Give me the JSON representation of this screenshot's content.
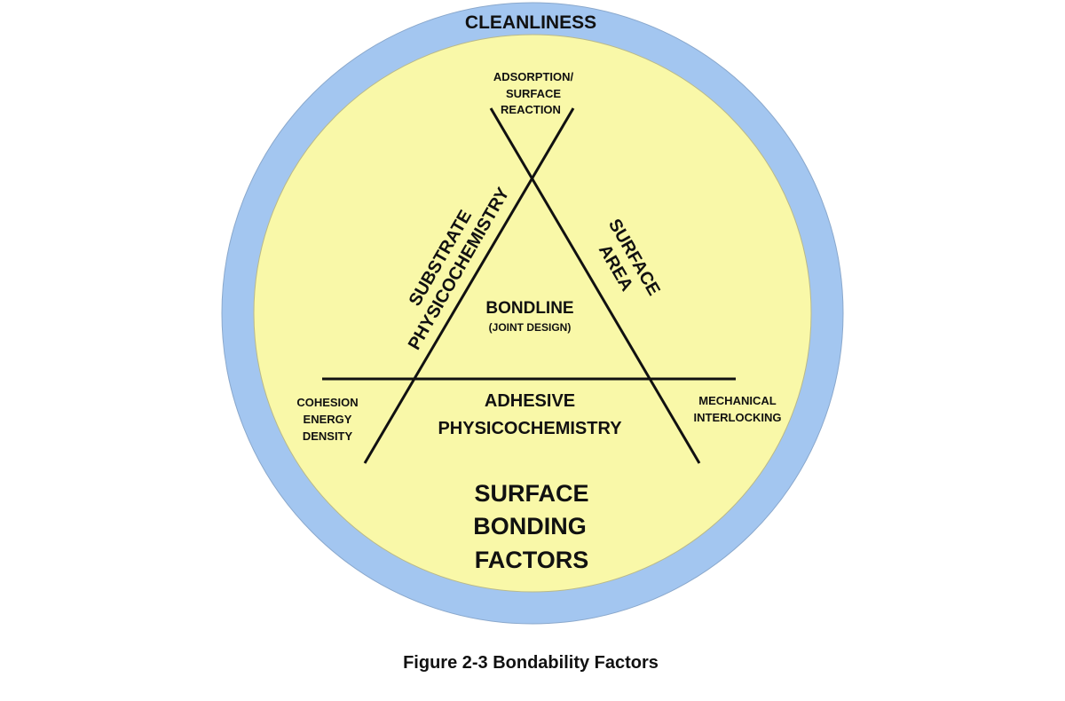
{
  "diagram": {
    "outer_ring_label": "CLEANLINESS",
    "top_label": [
      "ADSORPTION/",
      "SURFACE",
      "REACTION"
    ],
    "left_side_label": [
      "SUBSTRATE",
      "PHYSICOCHEMISTRY"
    ],
    "right_side_label": [
      "SURFACE",
      "AREA"
    ],
    "center_label": "BONDLINE",
    "center_sublabel": "(JOINT DESIGN)",
    "bottom_side_label": [
      "ADHESIVE",
      "PHYSICOCHEMISTRY"
    ],
    "left_corner_label": [
      "COHESION",
      "ENERGY",
      "DENSITY"
    ],
    "right_corner_label": [
      "MECHANICAL",
      "INTERLOCKING"
    ],
    "title": [
      "SURFACE",
      "BONDING",
      "FACTORS"
    ],
    "colors": {
      "ring": "#a3c6f0",
      "fill": "#f9f8a8",
      "line": "#111111"
    }
  },
  "caption": "Figure 2-3 Bondability Factors"
}
